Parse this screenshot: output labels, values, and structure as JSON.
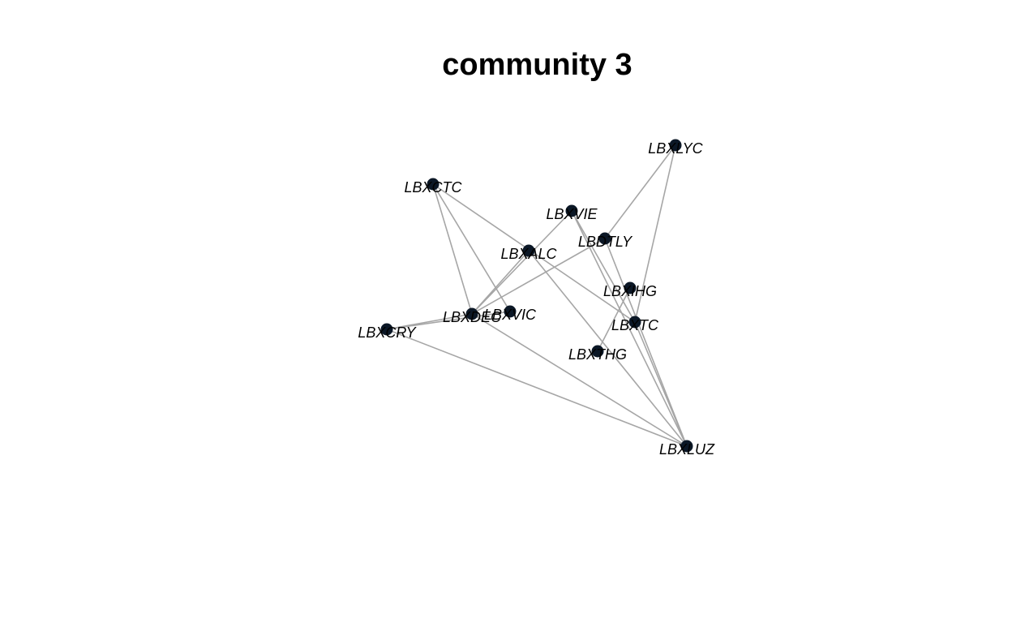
{
  "title": "community 3",
  "colors": {
    "node": "#0b1726",
    "edge": "#a6a6a6",
    "label": "#000000",
    "background": "#ffffff"
  },
  "nodes": [
    {
      "id": "LBXCTC",
      "label": "LBXCTC"
    },
    {
      "id": "LBXLYC",
      "label": "LBXLYC"
    },
    {
      "id": "LBXVIE",
      "label": "LBXVIE"
    },
    {
      "id": "LBDTLY",
      "label": "LBDTLY"
    },
    {
      "id": "LBXALC",
      "label": "LBXALC"
    },
    {
      "id": "LBXIHG",
      "label": "LBXIHG"
    },
    {
      "id": "LBXDEC",
      "label": "LBXDEC"
    },
    {
      "id": "LBXVIC",
      "label": "LBXVIC"
    },
    {
      "id": "LBXCRY",
      "label": "LBXCRY"
    },
    {
      "id": "LBXTC",
      "label": "LBXTC"
    },
    {
      "id": "LBXTHG",
      "label": "LBXTHG"
    },
    {
      "id": "LBXLUZ",
      "label": "LBXLUZ"
    }
  ],
  "edges": [
    [
      "LBXCTC",
      "LBXDEC"
    ],
    [
      "LBXCTC",
      "LBXVIC"
    ],
    [
      "LBXCTC",
      "LBXTC"
    ],
    [
      "LBXLYC",
      "LBDTLY"
    ],
    [
      "LBXLYC",
      "LBXTC"
    ],
    [
      "LBXVIE",
      "LBXDEC"
    ],
    [
      "LBXVIE",
      "LBXTC"
    ],
    [
      "LBXVIE",
      "LBXLUZ"
    ],
    [
      "LBDTLY",
      "LBXDEC"
    ],
    [
      "LBDTLY",
      "LBXLUZ"
    ],
    [
      "LBXALC",
      "LBXDEC"
    ],
    [
      "LBXALC",
      "LBXLUZ"
    ],
    [
      "LBXIHG",
      "LBXTHG"
    ],
    [
      "LBXDEC",
      "LBXCRY"
    ],
    [
      "LBXDEC",
      "LBXLUZ"
    ],
    [
      "LBXVIC",
      "LBXCRY"
    ],
    [
      "LBXCRY",
      "LBXLUZ"
    ],
    [
      "LBXTC",
      "LBXLUZ"
    ]
  ]
}
